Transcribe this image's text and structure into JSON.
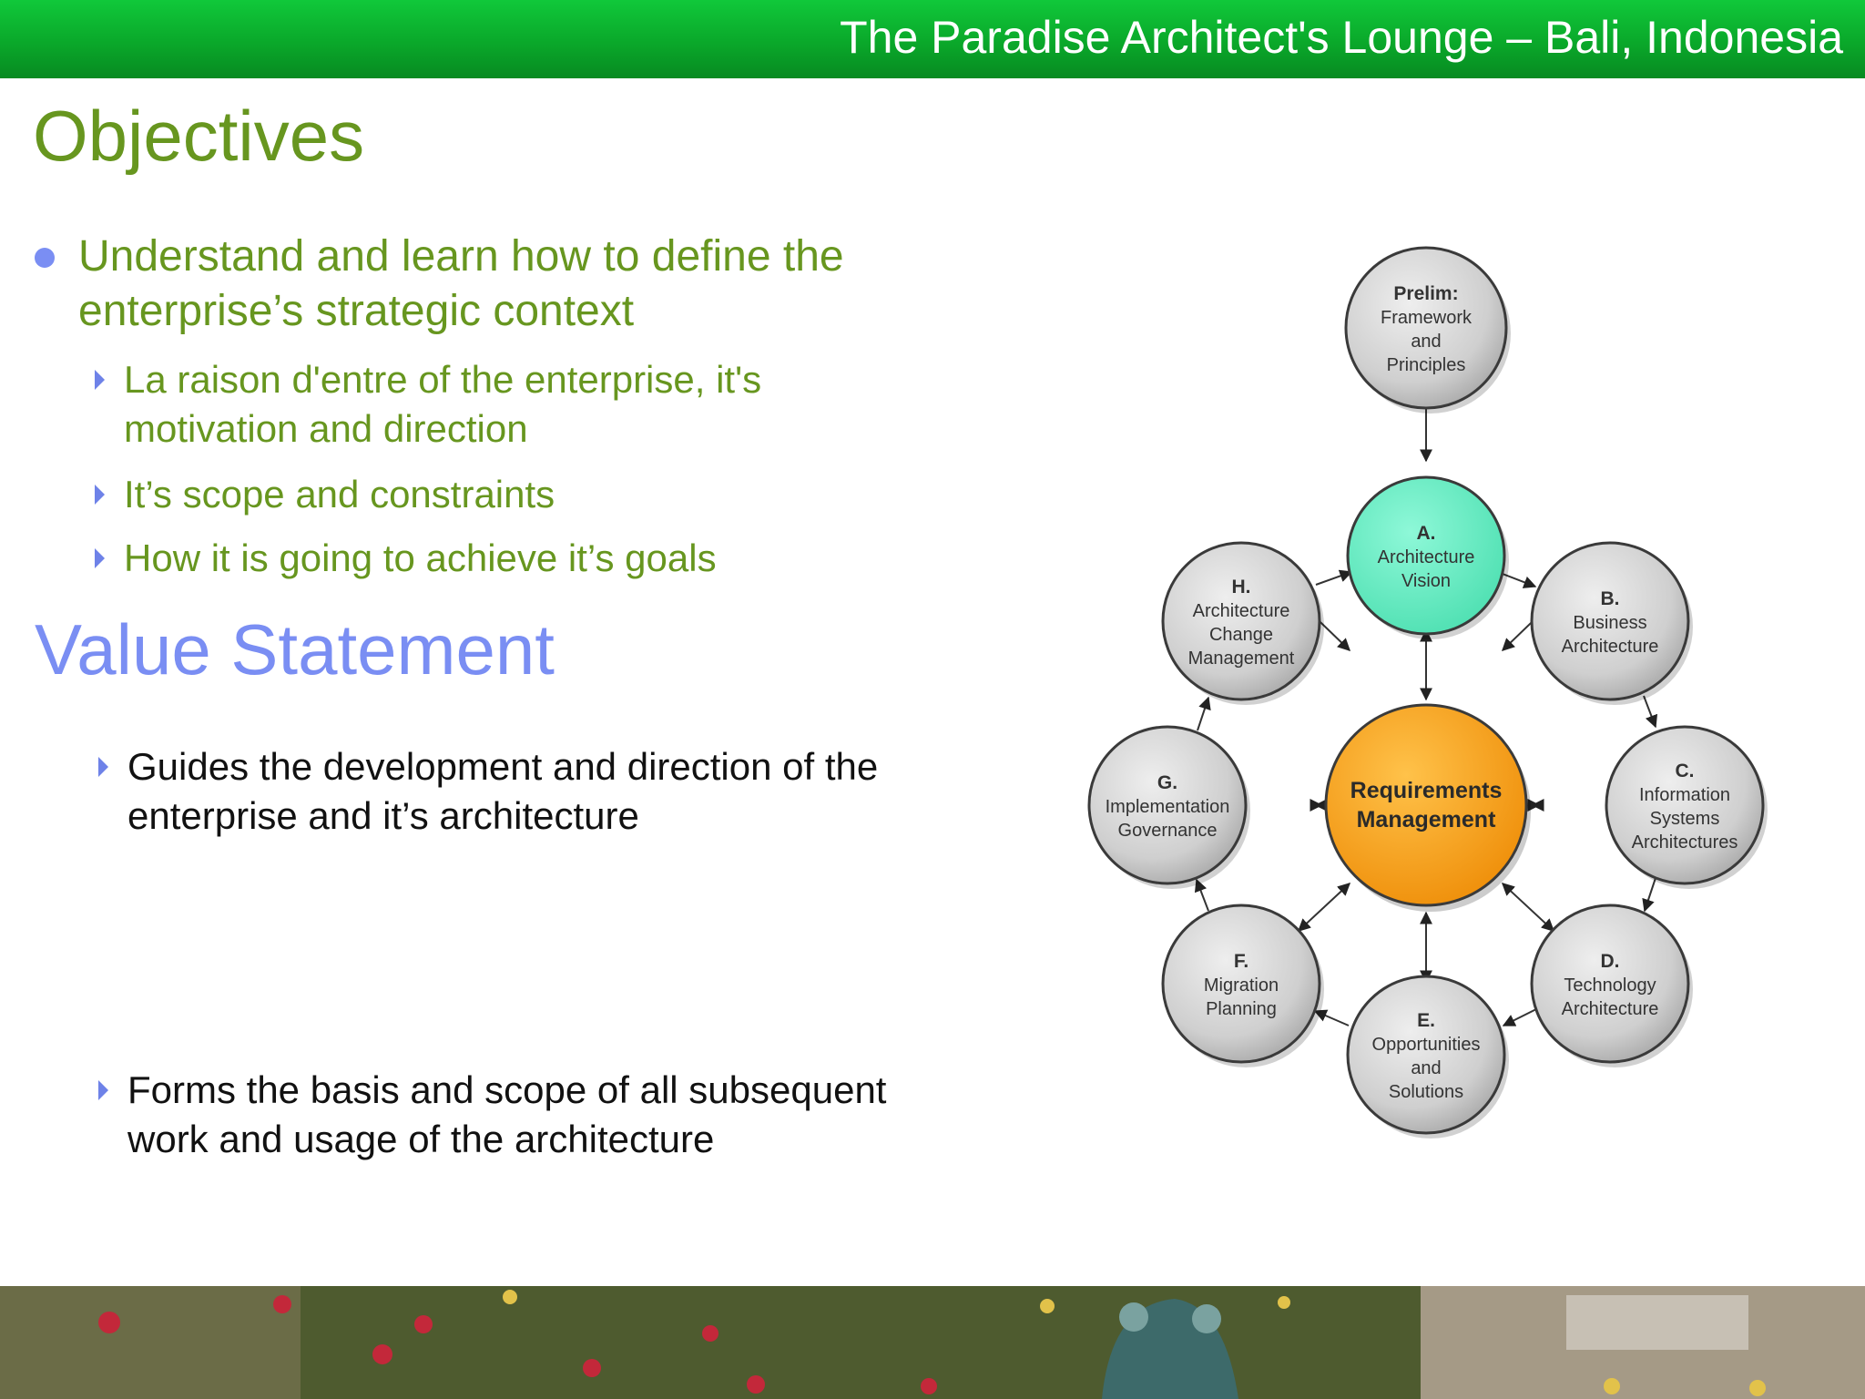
{
  "header": {
    "title": "The Paradise Architect's Lounge – Bali, Indonesia"
  },
  "objectives": {
    "heading": "Objectives",
    "bullet_line1": "Understand and learn how to define the",
    "bullet_line2": "enterprise’s strategic context",
    "subs": [
      {
        "line1": "La raison d'entre of the enterprise, it's",
        "line2": "motivation and direction"
      },
      {
        "line1": "It’s scope and constraints"
      },
      {
        "line1": "How it is going to achieve it’s goals"
      }
    ]
  },
  "value_statement": {
    "heading": "Value Statement",
    "items": [
      {
        "line1": "Guides the development and direction of the",
        "line2": "enterprise and it’s architecture"
      },
      {
        "line1": "Forms the basis and scope of all subsequent",
        "line2": "work and usage of the architecture"
      }
    ]
  },
  "diagram": {
    "center": {
      "line1": "Requirements",
      "line2": "Management"
    },
    "nodes": {
      "prelim": {
        "title": "Prelim:",
        "lines": [
          "Framework",
          "and",
          "Principles"
        ]
      },
      "a": {
        "title": "A.",
        "lines": [
          "Architecture",
          "Vision"
        ]
      },
      "b": {
        "title": "B.",
        "lines": [
          "Business",
          "Architecture"
        ]
      },
      "c": {
        "title": "C.",
        "lines": [
          "Information",
          "Systems",
          "Architectures"
        ]
      },
      "d": {
        "title": "D.",
        "lines": [
          "Technology",
          "Architecture"
        ]
      },
      "e": {
        "title": "E.",
        "lines": [
          "Opportunities",
          "and",
          "Solutions"
        ]
      },
      "f": {
        "title": "F.",
        "lines": [
          "Migration",
          "Planning"
        ]
      },
      "g": {
        "title": "G.",
        "lines": [
          "Implementation",
          "Governance"
        ]
      },
      "h": {
        "title": "H.",
        "lines": [
          "Architecture",
          "Change",
          "Management"
        ]
      }
    },
    "colors": {
      "vision": "#6ef2c8",
      "center": "#f6a216",
      "node": "#d2d2d2"
    }
  }
}
